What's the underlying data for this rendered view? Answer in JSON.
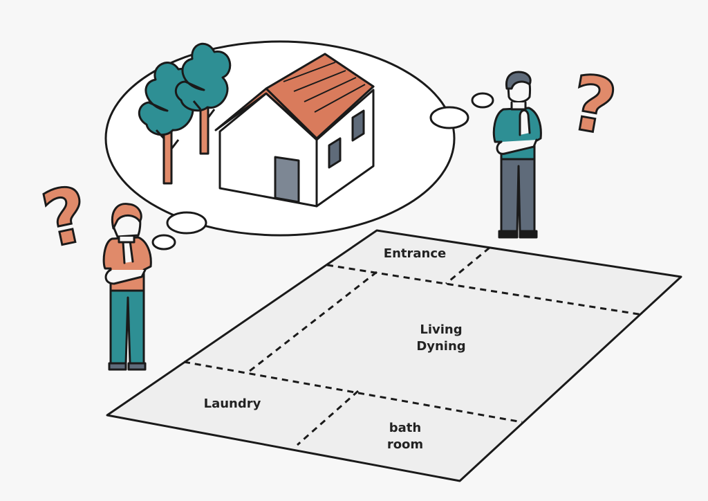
{
  "floor_plan": {
    "rooms": {
      "entrance": "Entrance",
      "living_line1": "Living",
      "living_line2": "Dyning",
      "laundry": "Laundry",
      "bath_line1": "bath",
      "bath_line2": "room"
    }
  },
  "question_marks": {
    "glyph": "?"
  },
  "colors": {
    "teal": "#2e8f94",
    "orange": "#e08a6a",
    "roof": "#d97b5c",
    "slate": "#5f6b7a",
    "outline": "#1a1a1a",
    "floor": "#eeeeee"
  }
}
